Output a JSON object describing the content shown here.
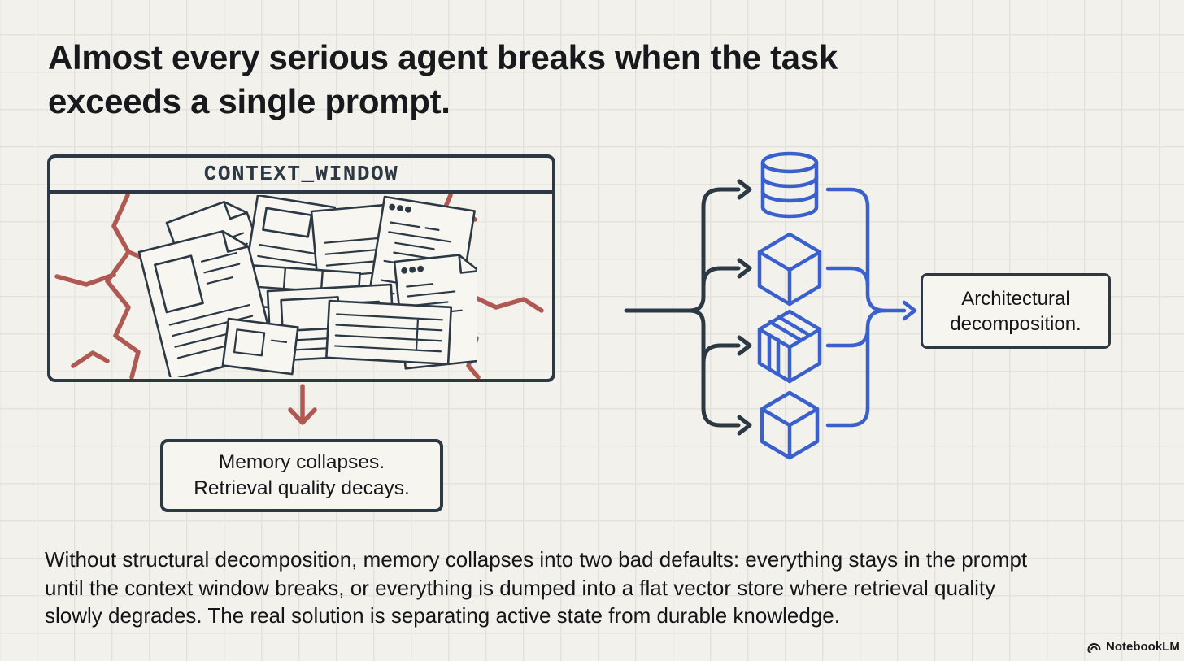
{
  "title": {
    "lines": [
      "Almost every serious agent breaks when the task",
      "exceeds a single prompt."
    ]
  },
  "context_window": {
    "label": "CONTEXT_WINDOW"
  },
  "memory_box": {
    "lines": [
      "Memory collapses.",
      "Retrieval quality decays."
    ]
  },
  "architecture_box": {
    "lines": [
      "Architectural",
      "decomposition."
    ]
  },
  "paragraph": {
    "lines": [
      "Without structural decomposition, memory collapses into two bad defaults: everything stays in the prompt",
      "until the context window breaks, or everything is dumped into a flat vector store where retrieval quality",
      "slowly degrades. The real solution is separating active state from durable knowledge."
    ]
  },
  "branding": {
    "label": "NotebookLM"
  },
  "icons": {
    "pile": "documents-pile-icon",
    "cracks": "crack-marks-icon",
    "down_arrow": "down-arrow-icon",
    "fan_out": "fan-out-connector-icon",
    "database": "database-icon",
    "cube": "cube-icon",
    "package": "package-cube-icon",
    "merge": "merge-connector-icon",
    "logo": "notebooklm-logo-icon"
  },
  "colors": {
    "background": "#f2f1ec",
    "grid_line": "#e4e3db",
    "ink": "#2c3945",
    "text": "#17191c",
    "crack_red": "#b05953",
    "flow_blue": "#3a60ce",
    "paper": "#f6f5ef"
  }
}
